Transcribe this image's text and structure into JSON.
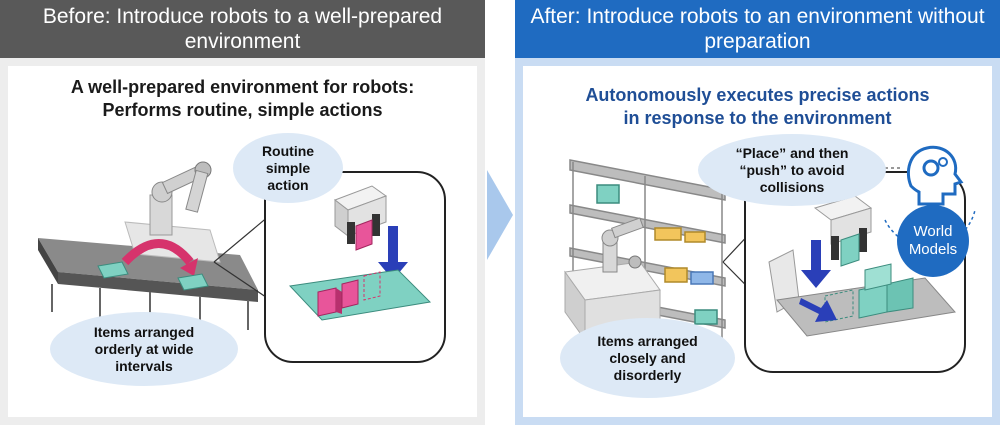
{
  "before": {
    "header": "Before: Introduce robots to a well-prepared environment",
    "title_line1": "A well-prepared environment for robots:",
    "title_line2": "Performs routine, simple actions",
    "bubble_action": "Routine simple action",
    "bubble_items": "Items arranged orderly at wide intervals"
  },
  "after": {
    "header": "After: Introduce robots to an environment without preparation",
    "title_line1": "Autonomously executes precise actions",
    "title_line2": "in response to the environment",
    "bubble_action": "“Place” and then “push” to avoid collisions",
    "bubble_items": "Items arranged closely and disorderly",
    "badge": "World Models"
  },
  "colors": {
    "before_header": "#595959",
    "after_header": "#1f6bc1",
    "teal": "#7fd1c2",
    "pink": "#e8559a",
    "blue_arrow": "#2a3fb8",
    "bubble": "#dde9f6"
  }
}
